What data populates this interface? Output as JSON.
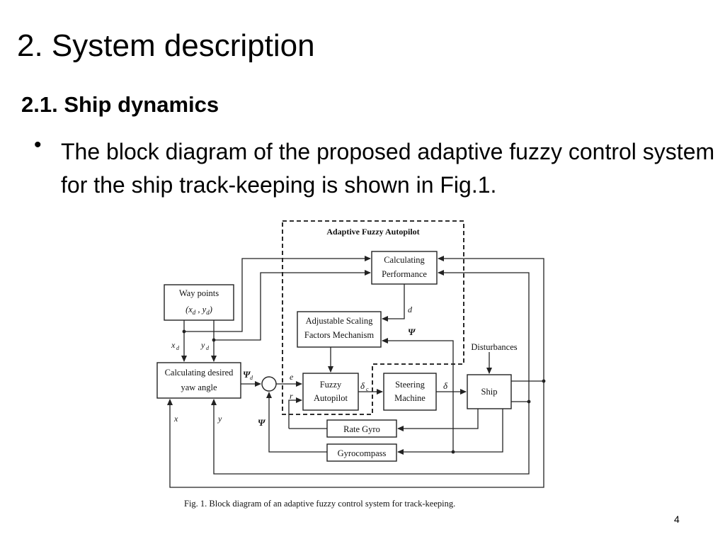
{
  "slide": {
    "title": "2. System description",
    "subtitle": "2.1. Ship dynamics",
    "bullet": "The block diagram of the proposed adaptive fuzzy control system for the ship track-keeping is shown in Fig.1.",
    "page_number": "4"
  },
  "diagram": {
    "group_label": "Adaptive Fuzzy Autopilot",
    "blocks": {
      "waypoints_l1": "Way points",
      "waypoints_l2": "(x",
      "calc_yaw_l1": "Calculating desired",
      "calc_yaw_l2": "yaw angle",
      "calc_perf_l1": "Calculating",
      "calc_perf_l2": "Performance",
      "scaling_l1": "Adjustable Scaling",
      "scaling_l2": "Factors Mechanism",
      "fuzzy_l1": "Fuzzy",
      "fuzzy_l2": "Autopilot",
      "steering_l1": "Steering",
      "steering_l2": "Machine",
      "ship": "Ship",
      "rate_gyro": "Rate Gyro",
      "gyrocompass": "Gyrocompass"
    },
    "labels": {
      "disturbances": "Disturbances",
      "d": "d",
      "psi": "Ψ",
      "psi_d": "Ψ",
      "e": "e",
      "r": "r",
      "delta_c": "δ",
      "delta": "δ",
      "x": "x",
      "y": "y",
      "sub_d": "d",
      "sub_c": "c"
    },
    "caption": "Fig. 1.  Block diagram of an adaptive fuzzy control system for track-keeping."
  }
}
